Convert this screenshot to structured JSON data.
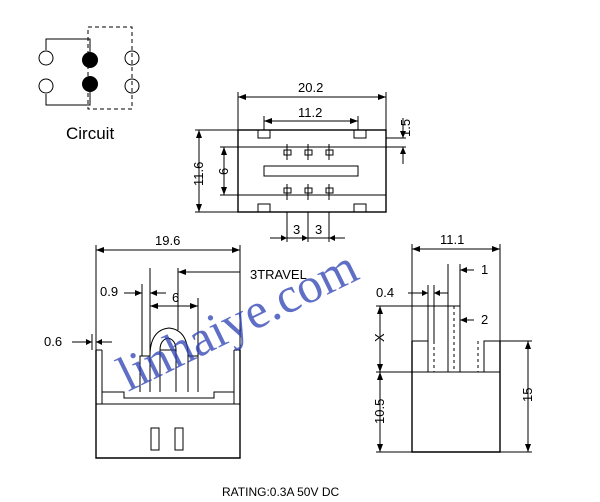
{
  "circuit": {
    "title": "Circuit"
  },
  "top_view": {
    "overall_width": "20.2",
    "inner_width": "11.2",
    "right_offset": "1.5",
    "overall_height": "11.6",
    "inner_height": "6",
    "pitch_left": "3",
    "pitch_right": "3"
  },
  "front_view": {
    "overall_width": "19.6",
    "travel": "3TRAVEL",
    "pin_width": "0.9",
    "pin_spacing": "6",
    "pin_thickness": "0.6"
  },
  "side_view": {
    "overall_width": "11.1",
    "tab_width": "1",
    "tab_thickness": "0.4",
    "slot_width": "2",
    "actuator_height": "X",
    "body_height": "10.5",
    "total_height": "15"
  },
  "rating": "RATING:0.3A 50V DC",
  "watermark": "linhaiye.com"
}
